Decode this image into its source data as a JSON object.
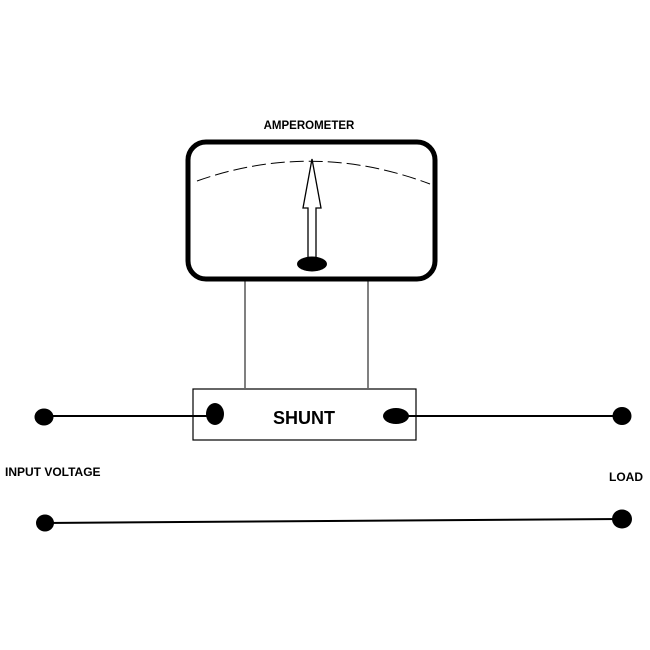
{
  "labels": {
    "meter": "AMPEROMETER",
    "shunt": "SHUNT",
    "input": "INPUT VOLTAGE",
    "load": "LOAD"
  },
  "colors": {
    "line": "#000000",
    "background": "#ffffff"
  }
}
